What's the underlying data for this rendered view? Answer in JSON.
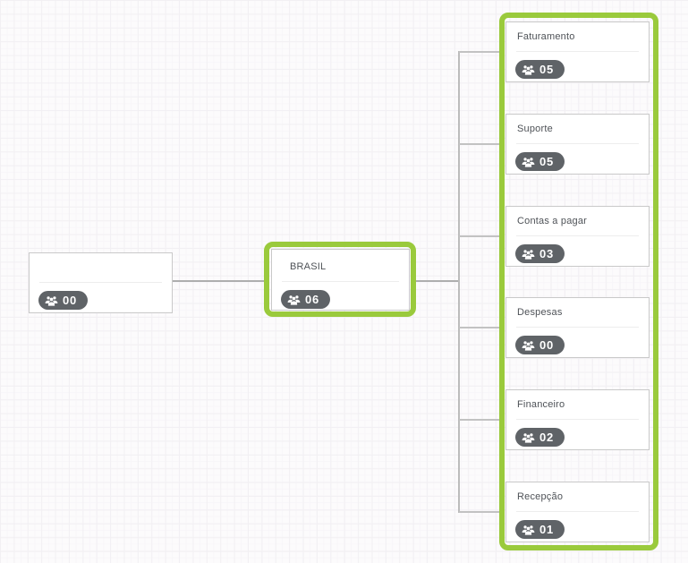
{
  "view": {
    "kind": "organization-chart",
    "selection_color": "#9ACA3C",
    "badge_color": "#5F6367",
    "link_color": "#AEAEAE",
    "member_icon": "people-group-icon"
  },
  "nodes": {
    "root": {
      "title": "",
      "count": "00"
    },
    "brasil": {
      "title": "BRASIL",
      "count": "06"
    },
    "children": [
      {
        "title": "Faturamento",
        "count": "05"
      },
      {
        "title": "Suporte",
        "count": "05"
      },
      {
        "title": "Contas a pagar",
        "count": "03"
      },
      {
        "title": "Despesas",
        "count": "00"
      },
      {
        "title": "Financeiro",
        "count": "02"
      },
      {
        "title": "Recepção",
        "count": "01"
      }
    ]
  }
}
